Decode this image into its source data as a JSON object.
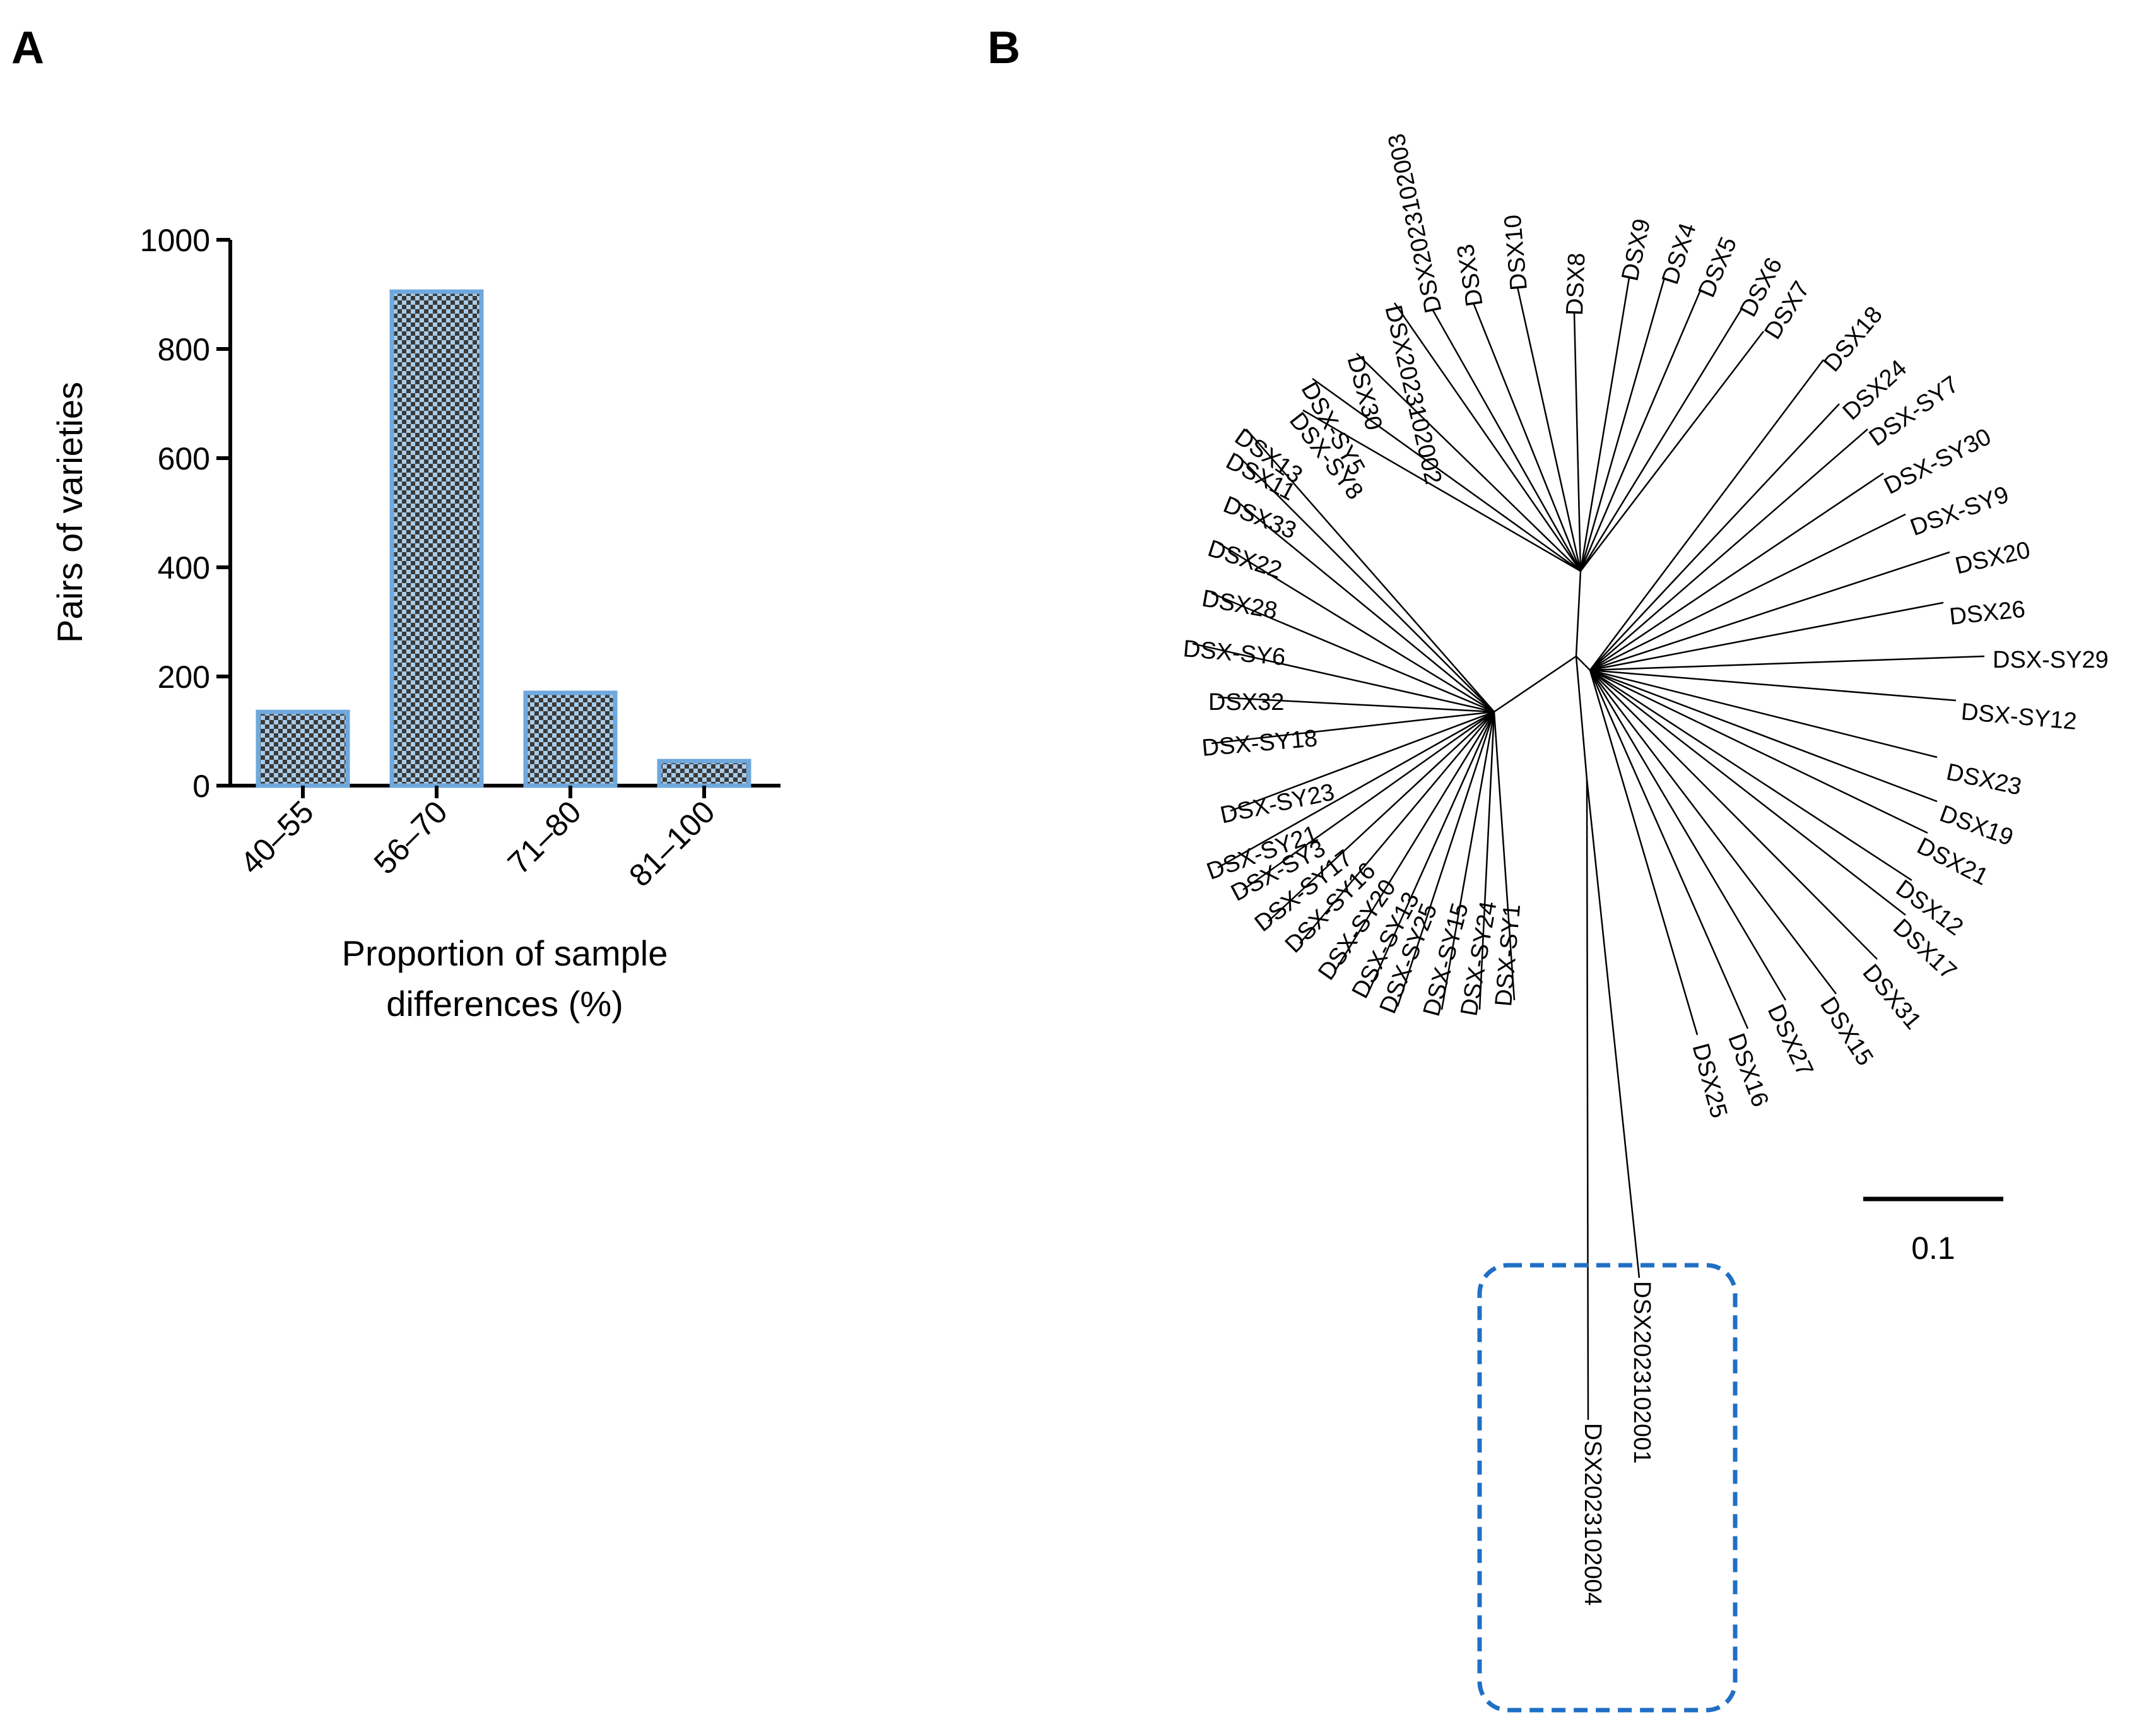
{
  "panels": {
    "a": "A",
    "b": "B"
  },
  "chart_data": [
    {
      "type": "bar",
      "categories": [
        "40–55",
        "56–70",
        "71–80",
        "81–100"
      ],
      "values": [
        135,
        905,
        170,
        45
      ],
      "xlabel_line1": "Proportion of sample",
      "xlabel_line2": "differences (%)",
      "ylabel": "Pairs of varieties",
      "ylim": [
        0,
        1000
      ],
      "yticks": [
        0,
        200,
        400,
        600,
        800,
        1000
      ],
      "grid": false,
      "colors": {
        "bar_edge": "#6fa8dc",
        "check_dark": "#3a3a3a",
        "check_light": "#a9cbe8"
      }
    },
    {
      "type": "tree",
      "leaves": [
        "DSX2023102004",
        "DSX2023102001",
        "DSX25",
        "DSX16",
        "DSX27",
        "DSX15",
        "DSX31",
        "DSX17",
        "DSX12",
        "DSX21",
        "DSX19",
        "DSX23",
        "DSX-SY12",
        "DSX-SY29",
        "DSX26",
        "DSX20",
        "DSX-SY9",
        "DSX-SY30",
        "DSX-SY7",
        "DSX24",
        "DSX18",
        "DSX7",
        "DSX6",
        "DSX5",
        "DSX4",
        "DSX9",
        "DSX8",
        "DSX10",
        "DSX3",
        "DSX2023102003",
        "DSX2023102002",
        "DSX30",
        "DSX-SY5",
        "DSX-SY8",
        "DSX13",
        "DSX11",
        "DSX33",
        "DSX22",
        "DSX28",
        "DSX-SY6",
        "DSX32",
        "DSX-SY18",
        "DSX-SY23",
        "DSX-SY21",
        "DSX-SY3",
        "DSX-SY17",
        "DSX-SY16",
        "DSX-SY20",
        "DSX-SY13",
        "DSX-SY25",
        "DSX-SY15",
        "DSX-SY24",
        "DSX-SY1"
      ],
      "highlighted": [
        "DSX2023102004",
        "DSX2023102001"
      ],
      "scale_bar": "0.1",
      "colors": {
        "highlight_box": "#1f6fc5",
        "lines": "#000000"
      }
    }
  ]
}
